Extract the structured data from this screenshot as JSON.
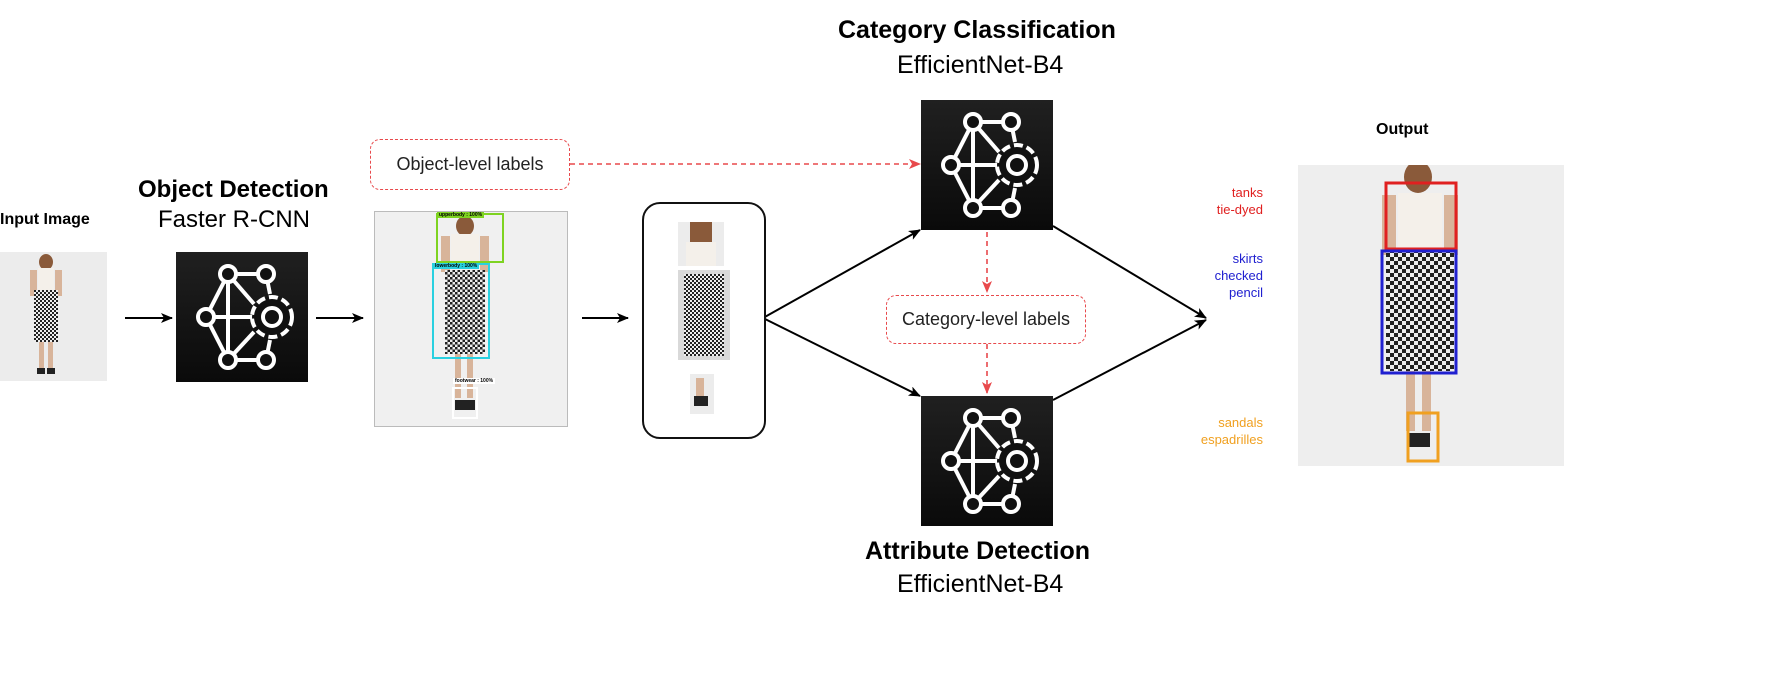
{
  "input": {
    "label": "Input Image"
  },
  "object_detection": {
    "title": "Object Detection",
    "model": "Faster R-CNN"
  },
  "category_classification": {
    "title": "Category Classification",
    "model": "EfficientNet-B4"
  },
  "attribute_detection": {
    "title": "Attribute Detection",
    "model": "EfficientNet-B4"
  },
  "labels": {
    "object_level": "Object-level labels",
    "category_level": "Category-level labels"
  },
  "detections": [
    {
      "tag": "upperbody : 100%"
    },
    {
      "tag": "lowerbody : 100%"
    },
    {
      "tag": "footwear : 100%"
    }
  ],
  "output": {
    "title": "Output",
    "groups": [
      {
        "lines": [
          "tanks",
          "tie-dyed"
        ],
        "color": "#e02020"
      },
      {
        "lines": [
          "skirts",
          "checked",
          "pencil"
        ],
        "color": "#2020d0"
      },
      {
        "lines": [
          "sandals",
          "espadrilles"
        ],
        "color": "#f0a020"
      }
    ]
  },
  "icon": "neural-network-gear-icon",
  "colors": {
    "arrow": "#000000",
    "dashed": "#e8494c",
    "model_box": "#111111"
  }
}
